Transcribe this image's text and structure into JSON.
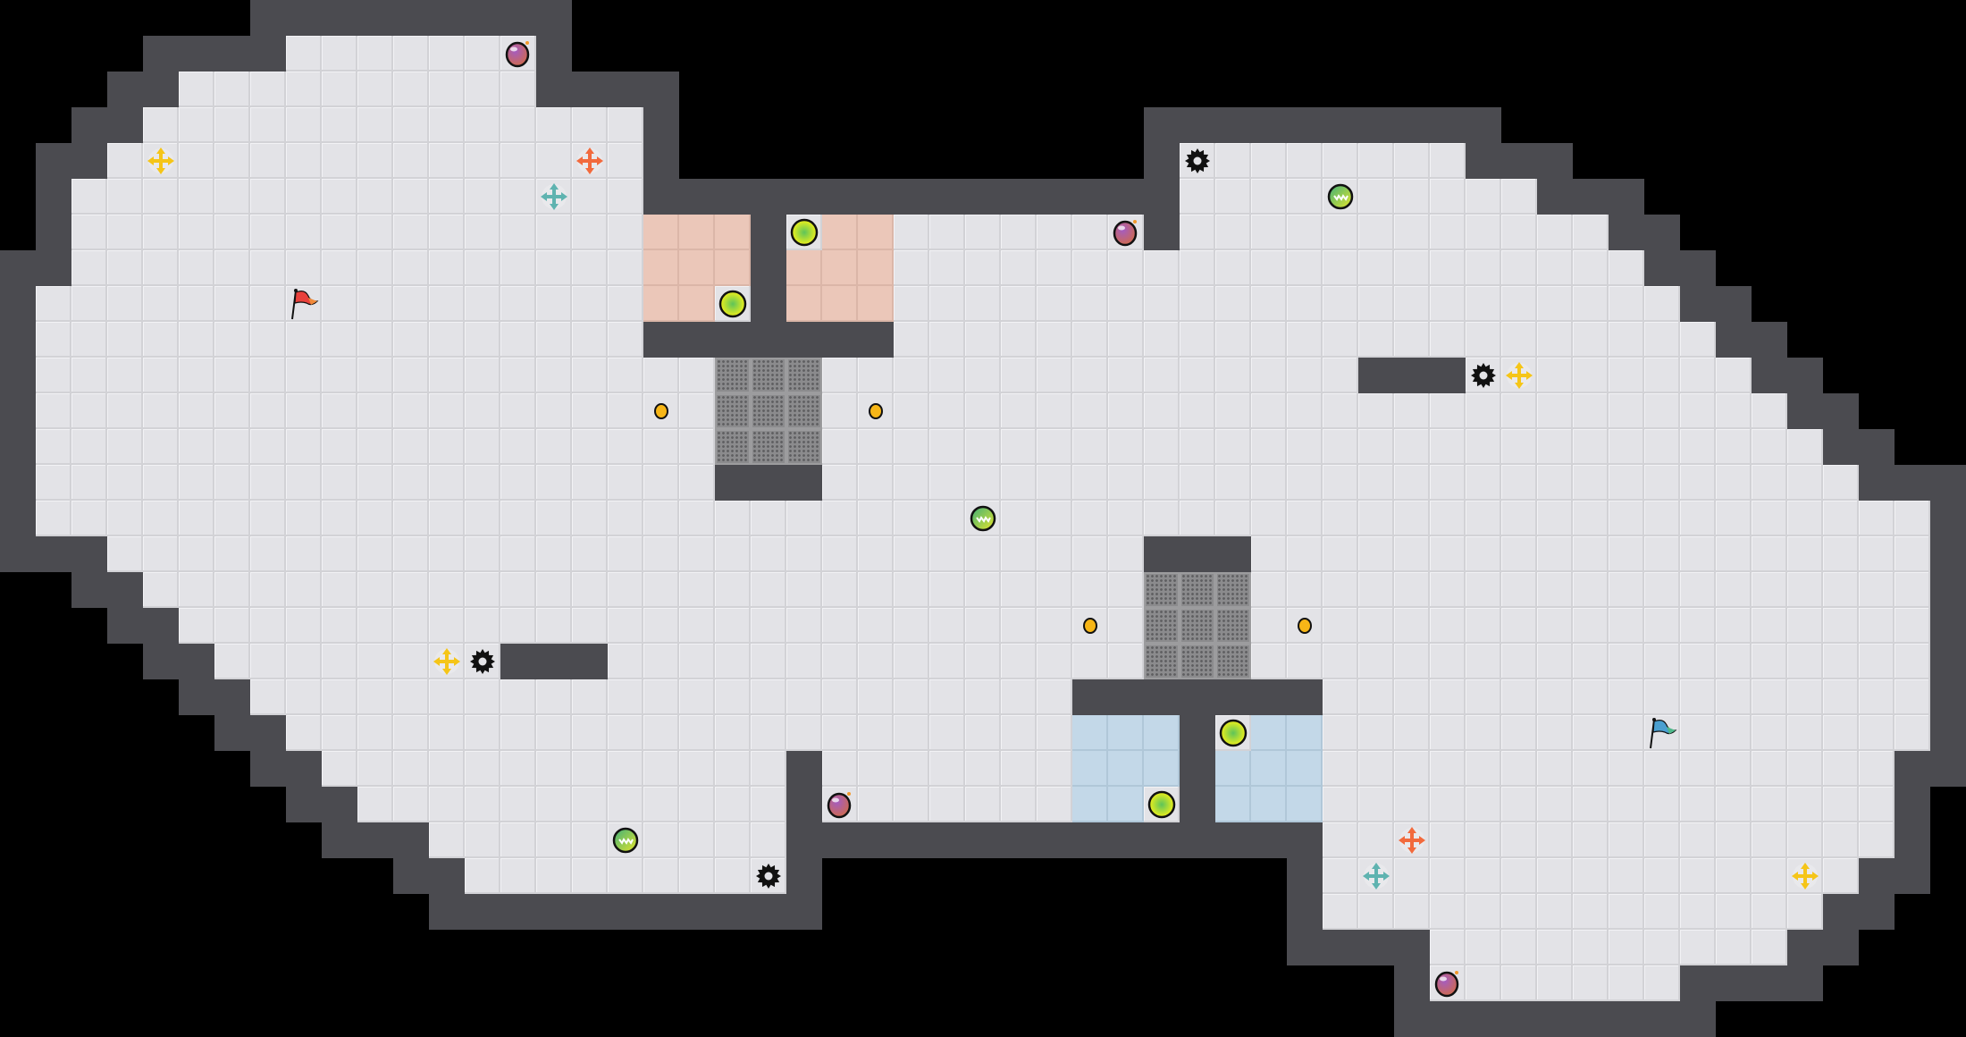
{
  "map": {
    "cols": 55,
    "rows": 29,
    "tile_colors": {
      "floor": "#e3e3e7",
      "wall": "#4b4b50",
      "red_zone": "#ebc7b9",
      "blue_zone": "#c3d8e8",
      "gate": "#8b8b8d",
      "background": "#000000"
    },
    "floor_spans": [
      [
        1,
        8,
        15
      ],
      [
        2,
        5,
        15
      ],
      [
        3,
        4,
        18
      ],
      [
        4,
        3,
        18
      ],
      [
        4,
        33,
        41
      ],
      [
        5,
        2,
        18
      ],
      [
        5,
        33,
        43
      ],
      [
        6,
        2,
        21
      ],
      [
        6,
        22,
        32
      ],
      [
        6,
        33,
        45
      ],
      [
        7,
        2,
        21
      ],
      [
        7,
        22,
        46
      ],
      [
        8,
        1,
        21
      ],
      [
        8,
        22,
        47
      ],
      [
        9,
        1,
        18
      ],
      [
        9,
        25,
        48
      ],
      [
        10,
        1,
        38
      ],
      [
        10,
        41,
        49
      ],
      [
        11,
        1,
        50
      ],
      [
        12,
        1,
        51
      ],
      [
        13,
        1,
        20
      ],
      [
        13,
        23,
        52
      ],
      [
        14,
        1,
        54
      ],
      [
        15,
        3,
        32
      ],
      [
        15,
        35,
        54
      ],
      [
        16,
        4,
        54
      ],
      [
        17,
        5,
        54
      ],
      [
        18,
        6,
        14
      ],
      [
        18,
        17,
        54
      ],
      [
        19,
        7,
        30
      ],
      [
        19,
        37,
        54
      ],
      [
        20,
        8,
        33
      ],
      [
        20,
        34,
        54
      ],
      [
        21,
        9,
        22
      ],
      [
        21,
        23,
        33
      ],
      [
        21,
        34,
        53
      ],
      [
        22,
        10,
        22
      ],
      [
        22,
        23,
        33
      ],
      [
        22,
        34,
        53
      ],
      [
        23,
        12,
        22
      ],
      [
        23,
        37,
        53
      ],
      [
        24,
        13,
        22
      ],
      [
        24,
        37,
        52
      ],
      [
        25,
        37,
        51
      ],
      [
        26,
        40,
        50
      ],
      [
        27,
        40,
        47
      ]
    ],
    "red_zone": {
      "rows": [
        6,
        8
      ],
      "col_ranges": [
        [
          18,
          20
        ],
        [
          22,
          24
        ]
      ]
    },
    "blue_zone": {
      "rows": [
        20,
        22
      ],
      "col_ranges": [
        [
          30,
          32
        ],
        [
          34,
          36
        ]
      ]
    },
    "gates": [
      {
        "rows": [
          10,
          12
        ],
        "cols": [
          20,
          22
        ]
      },
      {
        "rows": [
          16,
          18
        ],
        "cols": [
          32,
          34
        ]
      }
    ],
    "items": [
      {
        "type": "bomb",
        "col": 14,
        "row": 1
      },
      {
        "type": "bomb",
        "col": 31,
        "row": 6
      },
      {
        "type": "bomb",
        "col": 23,
        "row": 22
      },
      {
        "type": "bomb",
        "col": 40,
        "row": 27
      },
      {
        "type": "boost",
        "team": "neutral",
        "color": "#f5c518",
        "col": 4,
        "row": 4
      },
      {
        "type": "boost",
        "team": "neutral",
        "color": "#f5c518",
        "col": 42,
        "row": 10
      },
      {
        "type": "boost",
        "team": "neutral",
        "color": "#f5c518",
        "col": 12,
        "row": 18
      },
      {
        "type": "boost",
        "team": "neutral",
        "color": "#f5c518",
        "col": 50,
        "row": 24
      },
      {
        "type": "boost",
        "team": "red",
        "color": "#f26a3d",
        "col": 16,
        "row": 4
      },
      {
        "type": "boost",
        "team": "red",
        "color": "#f26a3d",
        "col": 39,
        "row": 23
      },
      {
        "type": "boost",
        "team": "blue",
        "color": "#5fb3b0",
        "col": 15,
        "row": 5
      },
      {
        "type": "boost",
        "team": "blue",
        "color": "#5fb3b0",
        "col": 38,
        "row": 24
      },
      {
        "type": "flag",
        "team": "red",
        "color": "#e8413c",
        "col": 8,
        "row": 8
      },
      {
        "type": "flag",
        "team": "blue",
        "color": "#4a9fd0",
        "col": 46,
        "row": 20
      },
      {
        "type": "portal",
        "col": 22,
        "row": 6
      },
      {
        "type": "portal",
        "col": 20,
        "row": 8
      },
      {
        "type": "portal",
        "col": 34,
        "row": 20
      },
      {
        "type": "portal",
        "col": 32,
        "row": 22
      },
      {
        "type": "powerup",
        "col": 37,
        "row": 5
      },
      {
        "type": "powerup",
        "col": 27,
        "row": 14
      },
      {
        "type": "powerup",
        "col": 17,
        "row": 23
      },
      {
        "type": "spike",
        "col": 33,
        "row": 4
      },
      {
        "type": "spike",
        "col": 41,
        "row": 10
      },
      {
        "type": "spike",
        "col": 13,
        "row": 18
      },
      {
        "type": "spike",
        "col": 21,
        "row": 24
      },
      {
        "type": "button",
        "col": 18,
        "row": 11
      },
      {
        "type": "button",
        "col": 24,
        "row": 11
      },
      {
        "type": "button",
        "col": 30,
        "row": 17
      },
      {
        "type": "button",
        "col": 36,
        "row": 17
      }
    ]
  }
}
